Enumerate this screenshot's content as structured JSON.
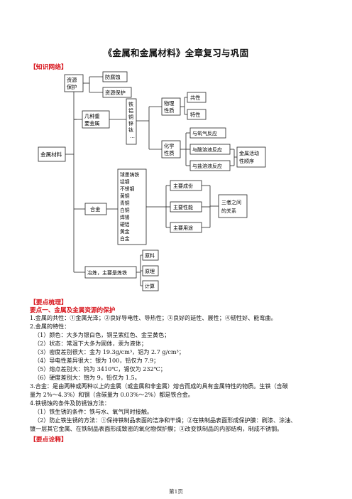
{
  "title": "《金属和金属材料》全章复习与巩固",
  "section1": "【知识网络】",
  "diagram": {
    "root": "金属材料",
    "resources": "资源保护",
    "corrosion": "防腐蚀",
    "protect": "资源保护",
    "important": "几种重要金属",
    "metals": "铁铝铜锌钛…",
    "physical": "物理性质",
    "common": "共性",
    "special": "特性",
    "chemical": "化学性质",
    "oxygen": "与氧气反应",
    "acid": "与酸溶液反应",
    "salt": "与盐溶液反应",
    "activity": "金属活动性顺序",
    "alloy": "合金",
    "alloy_list": [
      "球墨铸铁",
      "锰钢",
      "不锈钢",
      "黄铜",
      "青铜",
      "白铜",
      "焊锡",
      "硬铝",
      "黄金",
      "白金"
    ],
    "composition": "主要成份",
    "performance": "主要性能",
    "use": "主要用途",
    "relation": "三者之间的关系",
    "smelting": "冶炼，主要是炼铁",
    "raw": "原料",
    "principle": "原理",
    "calc": "计算"
  },
  "section2": "【要点梳理】",
  "point1": "要点一、金属及金属资源的保护",
  "lines": [
    "1.金属的共性：①金属光泽；②良好导电性、导热性；③良好的延性、展性；④韧性好、能弯曲。",
    "2.金属的特性：",
    "（1）颜色：大多为银白色，铜呈紫红色、金呈黄色；",
    "（2）状态：常温下大多为固体，汞为液体；",
    "（3）密度差别很大：金为 19.3g/cm³，铝为 2.7 g/cm³；",
    "（4）导电性差异很大：银为 100，铅仅为 7.9；",
    "（5）熔点差别大：钨为 3410℃，锡仅为 232℃；",
    "（6）硬度差别大：铬为 9，铅仅为 1.5。",
    "3.合金：是由两种或两种以上的金属（或金属和非金属）熔合而成的具有金属特性的物质。生铁（含碳",
    "量为 2%～4.3%）和钢（含碳量为 0.03%～2%）都是铁合金。",
    "4.铁锈蚀的条件及防锈蚀方法：",
    "（1）铁生锈的条件：铁与水、氧气同时接触。",
    "（2）防止铁生锈的方法：①保持铁制品表面的洁净和干燥；②在铁制品表面形成保护膜：刷漆、涂油、",
    "镀一层其它金属、在铁制品表面形成致密的氧化物保护膜；③改变铁制品的内部结构，制成不锈钢。"
  ],
  "section3": "【要点诠释】",
  "footer": "第1页"
}
